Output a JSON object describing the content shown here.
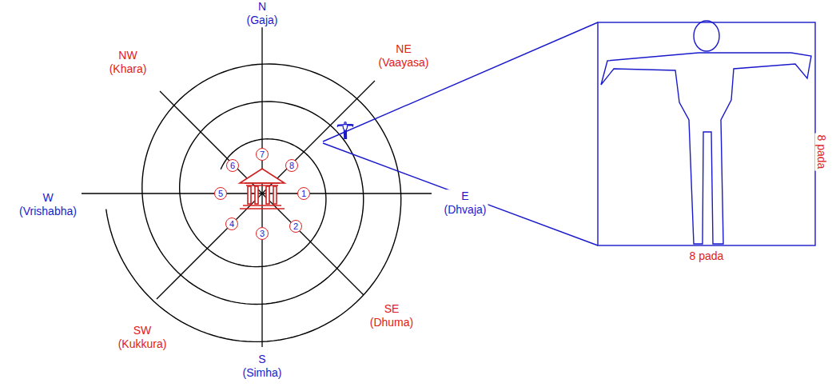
{
  "diagram": {
    "nodes": [
      {
        "text": [
          "1"
        ]
      },
      {
        "text": [
          "2"
        ]
      },
      {
        "text": [
          "3"
        ]
      },
      {
        "text": [
          "4"
        ]
      },
      {
        "text": [
          "5"
        ]
      },
      {
        "text": [
          "6"
        ]
      },
      {
        "text": [
          "7"
        ]
      },
      {
        "text": [
          "8"
        ]
      }
    ],
    "labels": [
      "N (Gaja)",
      "NE (Vaayasa)",
      "NW (Khara)",
      "W (Vrishabha)",
      "E (Dhvaja)",
      "SE (Dhuma)",
      "SW (Kukkura)",
      "S (Simha)",
      "8 pada",
      "8 pada"
    ]
  }
}
